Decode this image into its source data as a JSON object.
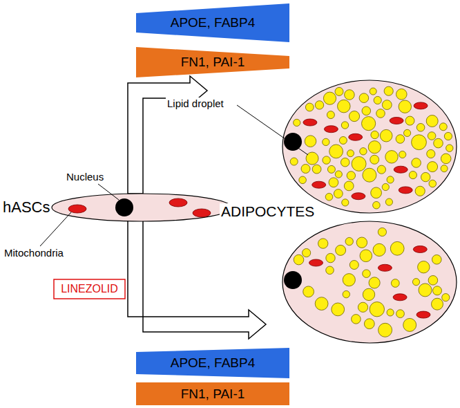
{
  "diagram": {
    "nodes": [
      {
        "text": [
          "APOE, FABP4"
        ]
      },
      {
        "text": [
          "FN1, PAI-1"
        ]
      },
      {
        "text": [
          "LINEZOLID"
        ]
      },
      {
        "text": [
          "APOE, FABP4"
        ]
      },
      {
        "text": [
          "FN1, PAI-1"
        ]
      }
    ],
    "labels": [
      "hASCs",
      "Nucleus",
      "Mitochondria",
      "Lipid droplet",
      "ADIPOCYTES"
    ]
  }
}
